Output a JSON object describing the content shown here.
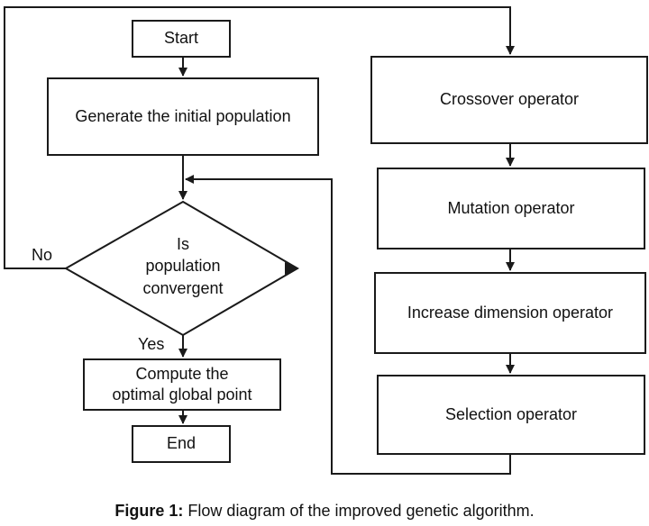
{
  "nodes": {
    "start": "Start",
    "generate": "Generate the initial population",
    "decision_line1": "Is",
    "decision_line2": "population",
    "decision_line3": "convergent",
    "compute_line1": "Compute the",
    "compute_line2": "optimal global point",
    "end": "End",
    "crossover": "Crossover operator",
    "mutation": "Mutation operator",
    "increase": "Increase dimension operator",
    "selection": "Selection operator"
  },
  "edge_labels": {
    "no": "No",
    "yes": "Yes"
  },
  "caption": {
    "label": "Figure 1:",
    "text": "Flow diagram of the improved genetic algorithm."
  }
}
